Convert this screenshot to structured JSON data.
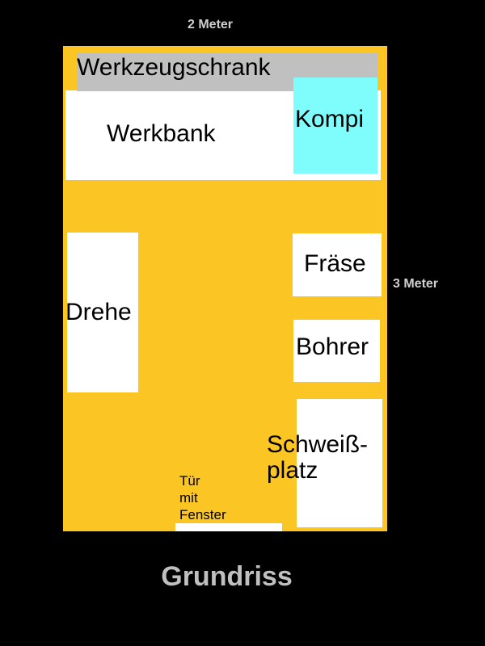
{
  "dimensions": {
    "width_label": "2 Meter",
    "height_label": "3 Meter"
  },
  "rooms": {
    "werkzeugschrank": "Werkzeugschrank",
    "werkbank": "Werkbank",
    "kompi": "Kompi",
    "fraese": "Fräse",
    "drehe": "Drehe",
    "bohrer": "Bohrer",
    "schweissplatz": "Schweiß-\nplatz",
    "tuer": "Tür\nmit\nFenster"
  },
  "title": "Grundriss",
  "colors": {
    "background": "#000000",
    "floor": "#fbc623",
    "furniture": "#ffffff",
    "cabinet": "#c0c0c0",
    "compressor": "#7ffcfc",
    "label_light": "#d0d0d0"
  }
}
